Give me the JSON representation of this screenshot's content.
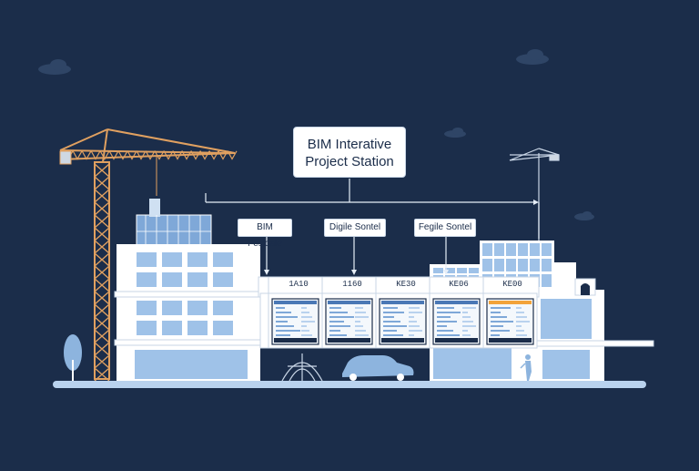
{
  "station": {
    "title_line1": "BIM Interative",
    "title_line2": "Project Station"
  },
  "labels": [
    "BIM Fesidale",
    "Digile Sontel",
    "Fegile Sontel"
  ],
  "columns": [
    "1A10",
    "1160",
    "KE30",
    "KE06",
    "KE00"
  ],
  "colors": {
    "background": "#1b2d4a",
    "building": "#ffffff",
    "glass": "#9fc2e8",
    "crane": "#e0a060",
    "ground": "#b9d2ee",
    "accent": "#f2a33a"
  },
  "icons": [
    "crane-icon",
    "cloud-icon",
    "tree-icon",
    "car-icon",
    "worker-icon",
    "dome-icon"
  ]
}
